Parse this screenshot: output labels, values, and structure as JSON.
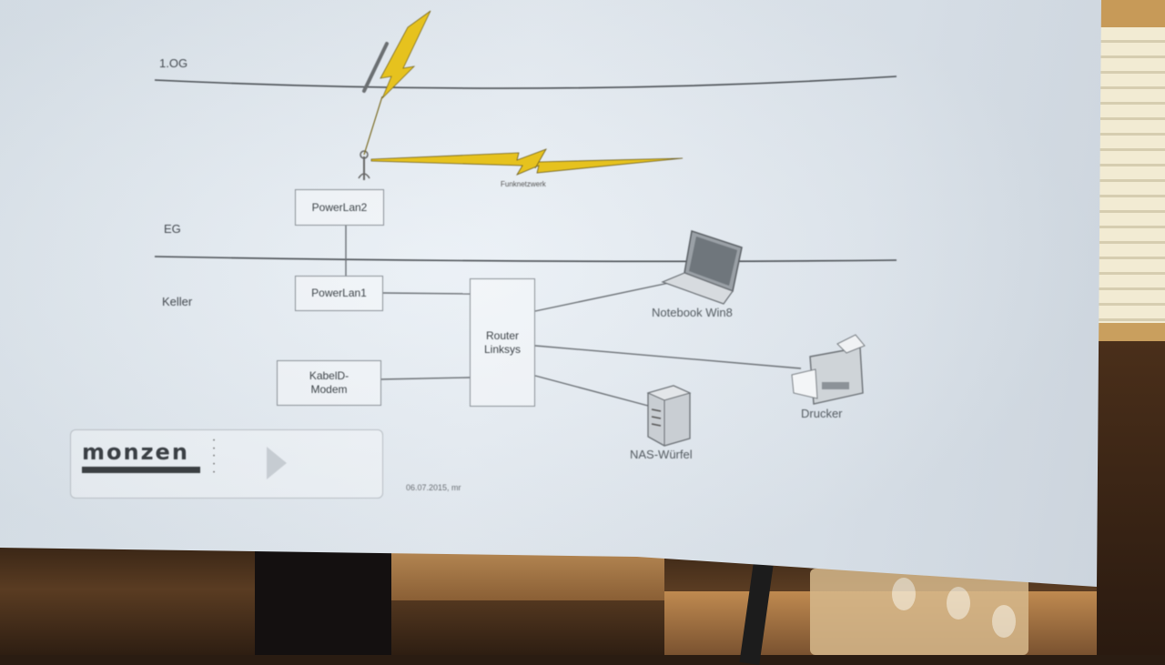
{
  "photo": {
    "description_tag": "photo-of-printed-network-diagram"
  },
  "floors": {
    "og": "1.OG",
    "eg": "EG",
    "keller": "Keller"
  },
  "devices": {
    "powerlan2": "PowerLan2",
    "powerlan1": "PowerLan1",
    "modem_line1": "KabelD-",
    "modem_line2": "Modem",
    "router_line1": "Router",
    "router_line2": "Linksys",
    "notebook": "Notebook Win8",
    "drucker": "Drucker",
    "nas": "NAS-Würfel"
  },
  "wireless": {
    "label": "Funknetzwerk"
  },
  "footer": {
    "logo_word": "monzen",
    "date": "06.07.2015, mr"
  },
  "colors": {
    "paper": "#e2e9f0",
    "lines": "#4a4f54",
    "lightning": "#e6c21e"
  }
}
